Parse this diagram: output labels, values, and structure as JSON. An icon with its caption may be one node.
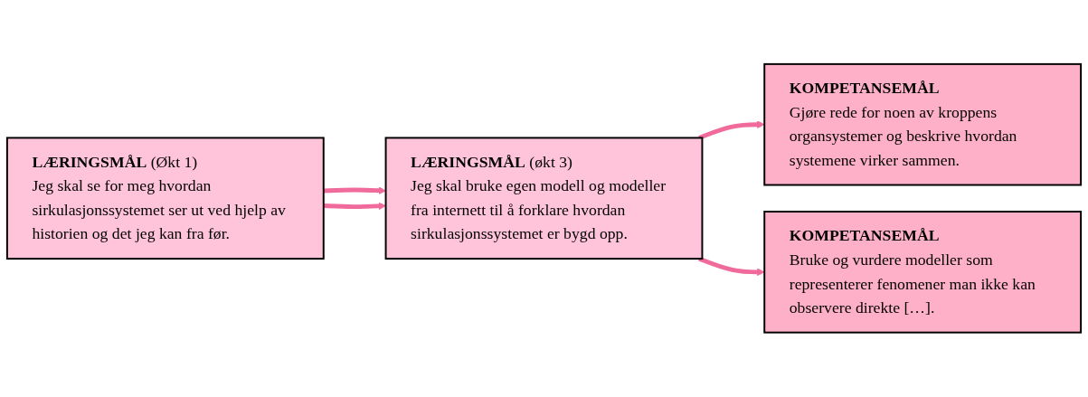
{
  "diagram": {
    "nodes": [
      {
        "text": [
          "**LÆRINGSMÅL** (Økt 1)",
          "Jeg skal se for meg hvordan sirkulasjonssystemet ser ut ved hjelp av historien og det jeg kan fra før."
        ]
      },
      {
        "text": [
          "**LÆRINGSMÅL** (økt 3)",
          "Jeg skal bruke egen modell og modeller fra internett til å forklare hvordan sirkulasjonssystemet er bygd opp."
        ]
      },
      {
        "text": [
          "KOMPETANSEMÅL",
          "Gjøre rede for noen av kroppens organsystemer og beskrive hvordan systemene virker sammen."
        ]
      },
      {
        "text": [
          "KOMPETANSEMÅL",
          "Bruke og vurdere modeller som representerer fenomener man ikke kan observere direkte […]."
        ]
      }
    ],
    "edges": [
      {
        "from": 0,
        "to": 1,
        "arrow": "to"
      },
      {
        "from": 0,
        "to": 1,
        "arrow": "to"
      },
      {
        "from": 1,
        "to": 2,
        "arrow": "to"
      },
      {
        "from": 1,
        "to": 3,
        "arrow": "to"
      }
    ]
  }
}
